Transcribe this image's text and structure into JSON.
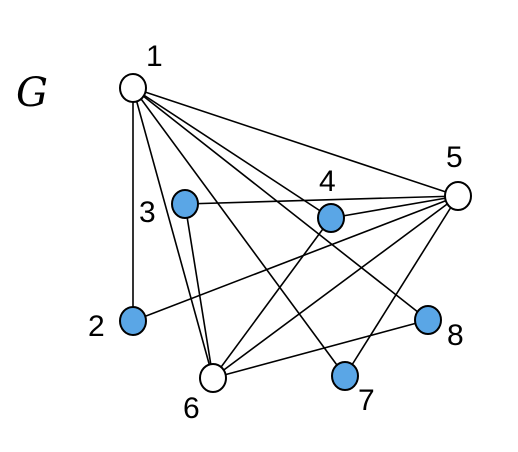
{
  "graph": {
    "name": "G",
    "colors": {
      "white_vertex": "#ffffff",
      "blue_vertex": "#5aa6e6",
      "edge": "#000000"
    },
    "vertices": [
      {
        "id": "1",
        "label": "1",
        "fill": "white"
      },
      {
        "id": "2",
        "label": "2",
        "fill": "blue"
      },
      {
        "id": "3",
        "label": "3",
        "fill": "blue"
      },
      {
        "id": "4",
        "label": "4",
        "fill": "blue"
      },
      {
        "id": "5",
        "label": "5",
        "fill": "white"
      },
      {
        "id": "6",
        "label": "6",
        "fill": "white"
      },
      {
        "id": "7",
        "label": "7",
        "fill": "blue"
      },
      {
        "id": "8",
        "label": "8",
        "fill": "blue"
      }
    ],
    "edges": [
      [
        "1",
        "2"
      ],
      [
        "1",
        "5"
      ],
      [
        "1",
        "4"
      ],
      [
        "1",
        "8"
      ],
      [
        "1",
        "7"
      ],
      [
        "1",
        "6"
      ],
      [
        "5",
        "3"
      ],
      [
        "5",
        "4"
      ],
      [
        "5",
        "2"
      ],
      [
        "5",
        "6"
      ],
      [
        "5",
        "7"
      ],
      [
        "3",
        "6"
      ],
      [
        "4",
        "6"
      ],
      [
        "6",
        "8"
      ]
    ]
  }
}
